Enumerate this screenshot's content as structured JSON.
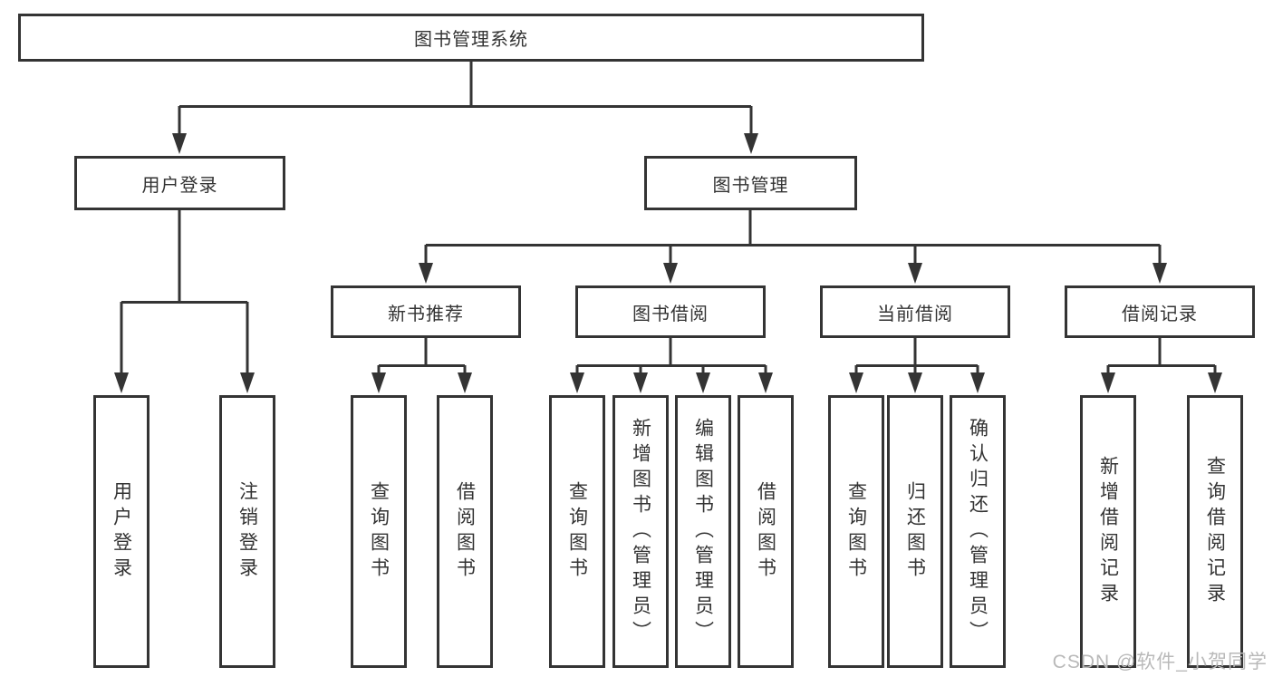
{
  "diagram": {
    "type": "hierarchy",
    "tree": {
      "label": "图书管理系统",
      "children": [
        {
          "label": "用户登录",
          "children": [
            {
              "label": "用户登录"
            },
            {
              "label": "注销登录"
            }
          ]
        },
        {
          "label": "图书管理",
          "children": [
            {
              "label": "新书推荐",
              "children": [
                {
                  "label": "查询图书"
                },
                {
                  "label": "借阅图书"
                }
              ]
            },
            {
              "label": "图书借阅",
              "children": [
                {
                  "label": "查询图书"
                },
                {
                  "label": "新增图书（管理员）"
                },
                {
                  "label": "编辑图书（管理员）"
                },
                {
                  "label": "借阅图书"
                }
              ]
            },
            {
              "label": "当前借阅",
              "children": [
                {
                  "label": "查询图书"
                },
                {
                  "label": "归还图书"
                },
                {
                  "label": "确认归还（管理员）"
                }
              ]
            },
            {
              "label": "借阅记录",
              "children": [
                {
                  "label": "新增借阅记录"
                },
                {
                  "label": "查询借阅记录"
                }
              ]
            }
          ]
        }
      ]
    }
  },
  "watermark": "CSDN @软件_小贺同学",
  "colors": {
    "line": "#343434",
    "text": "#333333",
    "background": "#ffffff",
    "watermark": "#b9b9b9"
  }
}
